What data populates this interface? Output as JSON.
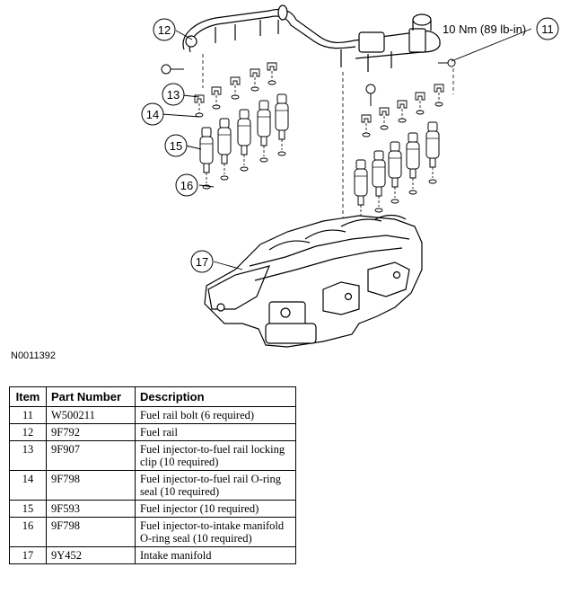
{
  "diagram": {
    "reference_code": "N0011392",
    "torque_spec": "10 Nm (89 lb-in)",
    "callouts": [
      "11",
      "12",
      "13",
      "14",
      "15",
      "16",
      "17"
    ]
  },
  "table": {
    "headers": {
      "item": "Item",
      "part_number": "Part Number",
      "description": "Description"
    },
    "rows": [
      {
        "item": "11",
        "part_number": "W500211",
        "description": "Fuel rail bolt (6 required)"
      },
      {
        "item": "12",
        "part_number": "9F792",
        "description": "Fuel rail"
      },
      {
        "item": "13",
        "part_number": "9F907",
        "description": "Fuel injector-to-fuel rail locking clip (10 required)"
      },
      {
        "item": "14",
        "part_number": "9F798",
        "description": "Fuel injector-to-fuel rail O-ring seal (10 required)"
      },
      {
        "item": "15",
        "part_number": "9F593",
        "description": "Fuel injector (10 required)"
      },
      {
        "item": "16",
        "part_number": "9F798",
        "description": "Fuel injector-to-intake manifold O-ring seal (10 required)"
      },
      {
        "item": "17",
        "part_number": "9Y452",
        "description": "Intake manifold"
      }
    ]
  }
}
